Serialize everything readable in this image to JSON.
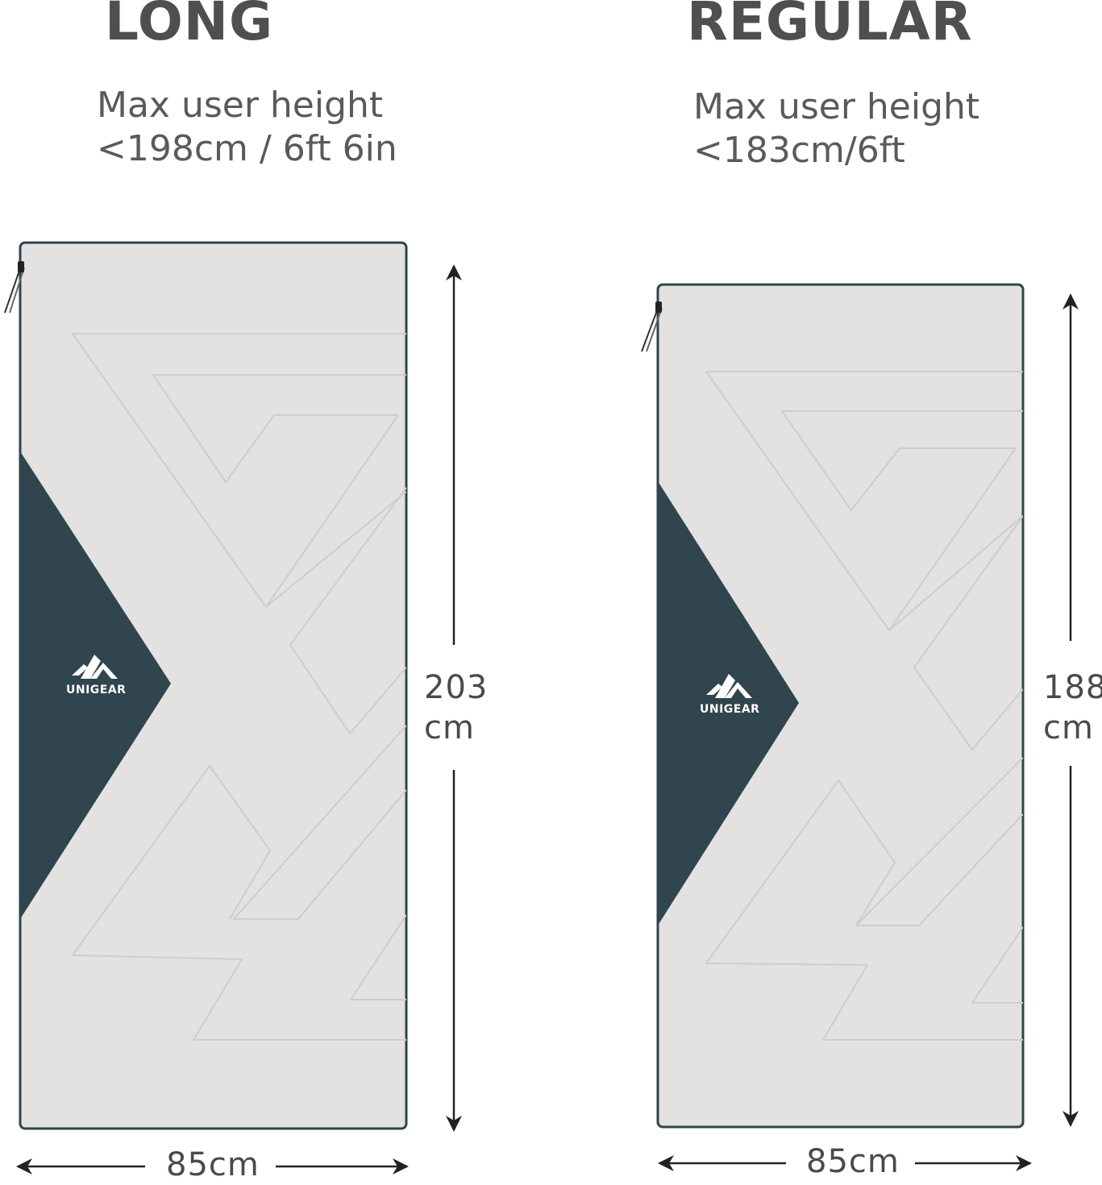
{
  "colors": {
    "bag_fill": "#e3e2e0",
    "bag_edge": "#30454d",
    "accent_panel": "#30454d",
    "quilt_line": "#cdcdcb",
    "text": "#555555",
    "arrow": "#222222"
  },
  "long": {
    "title": "LONG",
    "subtitle_line1": "Max user height",
    "subtitle_line2": "<198cm / 6ft 6in",
    "height_value": "203",
    "height_unit": "cm",
    "width_label": "85cm",
    "brand": "UNIGEAR"
  },
  "regular": {
    "title": "REGULAR",
    "subtitle_line1": "Max user height",
    "subtitle_line2": "<183cm/6ft",
    "height_value": "188",
    "height_unit": "cm",
    "width_label": "85cm",
    "brand": "UNIGEAR"
  },
  "icons": {
    "logo": "unigear-mountain-logo-icon",
    "zipper": "zipper-pull-icon",
    "arrow": "dimension-arrow-icon"
  }
}
